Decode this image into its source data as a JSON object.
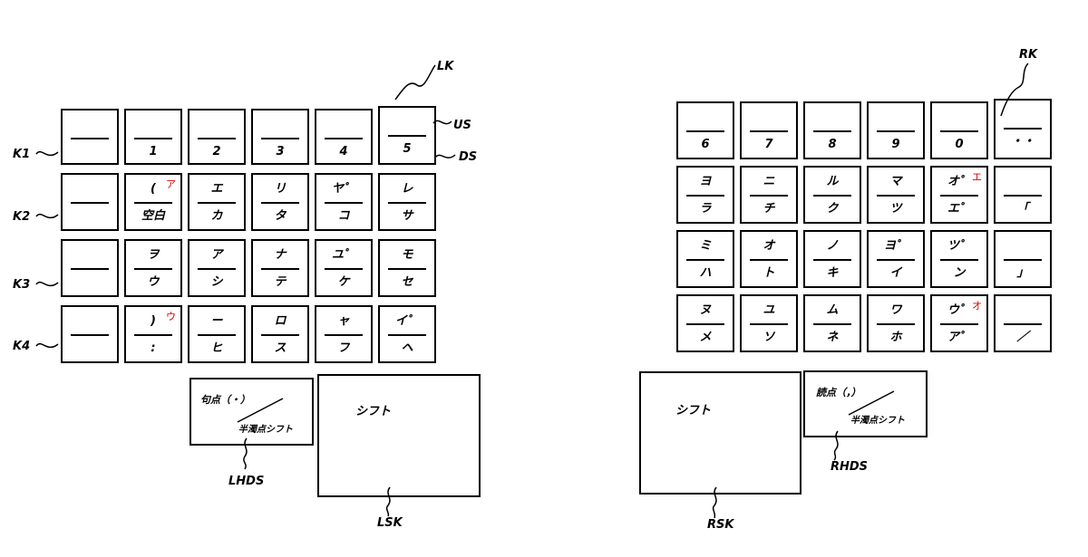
{
  "left_keyboard": {
    "ref": "LK",
    "row_labels": [
      "K1",
      "K2",
      "K3",
      "K4"
    ],
    "us_label": "US",
    "ds_label": "DS",
    "rows": [
      [
        {
          "top": "",
          "bot": ""
        },
        {
          "top": "",
          "bot": "1"
        },
        {
          "top": "",
          "bot": "2"
        },
        {
          "top": "",
          "bot": "3"
        },
        {
          "top": "",
          "bot": "4"
        },
        {
          "top": "",
          "bot": "5"
        }
      ],
      [
        {
          "top": "",
          "bot": ""
        },
        {
          "top": "(",
          "bot": "空白",
          "mark": "ア"
        },
        {
          "top": "エ",
          "bot": "カ"
        },
        {
          "top": "リ",
          "bot": "タ"
        },
        {
          "top": "ヤ゜",
          "bot": "コ"
        },
        {
          "top": "レ",
          "bot": "サ"
        }
      ],
      [
        {
          "top": "",
          "bot": ""
        },
        {
          "top": "ヲ",
          "bot": "ウ"
        },
        {
          "top": "ア",
          "bot": "シ"
        },
        {
          "top": "ナ",
          "bot": "テ"
        },
        {
          "top": "ユ゜",
          "bot": "ケ"
        },
        {
          "top": "モ",
          "bot": "セ"
        }
      ],
      [
        {
          "top": "",
          "bot": ""
        },
        {
          "top": ")",
          "bot": ":",
          "mark": "ウ"
        },
        {
          "top": "ー",
          "bot": "ヒ"
        },
        {
          "top": "ロ",
          "bot": "ス"
        },
        {
          "top": "ャ",
          "bot": "フ"
        },
        {
          "top": "イ゜",
          "bot": "ヘ"
        }
      ]
    ],
    "half_dakuten_key": {
      "top": "句点（・）",
      "bot": "半濁点シフト",
      "ref": "LHDS"
    },
    "shift_key": {
      "label": "シフト",
      "ref": "LSK"
    }
  },
  "right_keyboard": {
    "ref": "RK",
    "rows": [
      [
        {
          "top": "",
          "bot": "6"
        },
        {
          "top": "",
          "bot": "7"
        },
        {
          "top": "",
          "bot": "8"
        },
        {
          "top": "",
          "bot": "9"
        },
        {
          "top": "",
          "bot": "0"
        },
        {
          "top": "",
          "bot": "・・"
        }
      ],
      [
        {
          "top": "ヨ",
          "bot": "ラ"
        },
        {
          "top": "ニ",
          "bot": "チ"
        },
        {
          "top": "ル",
          "bot": "ク"
        },
        {
          "top": "マ",
          "bot": "ツ"
        },
        {
          "top": "オ゜",
          "bot": "エ゜",
          "mark": "エ"
        },
        {
          "top": "",
          "bot": "「"
        }
      ],
      [
        {
          "top": "ミ",
          "bot": "ハ"
        },
        {
          "top": "オ",
          "bot": "ト"
        },
        {
          "top": "ノ",
          "bot": "キ"
        },
        {
          "top": "ヨ゜",
          "bot": "イ"
        },
        {
          "top": "ツ゜",
          "bot": "ン"
        },
        {
          "top": "",
          "bot": "」"
        }
      ],
      [
        {
          "top": "ヌ",
          "bot": "メ"
        },
        {
          "top": "ユ",
          "bot": "ソ"
        },
        {
          "top": "ム",
          "bot": "ネ"
        },
        {
          "top": "ワ",
          "bot": "ホ"
        },
        {
          "top": "ウ゜",
          "bot": "ア゜",
          "mark": "オ"
        },
        {
          "top": "",
          "bot": "／"
        }
      ]
    ],
    "half_dakuten_key": {
      "top": "読点（，）",
      "bot": "半濁点シフト",
      "ref": "RHDS"
    },
    "shift_key": {
      "label": "シフト",
      "ref": "RSK"
    }
  }
}
